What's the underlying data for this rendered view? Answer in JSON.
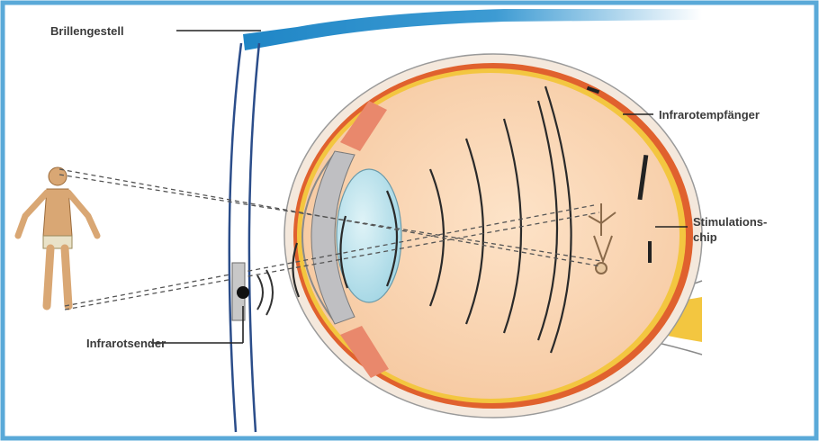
{
  "labels": {
    "frame": "Brillengestell",
    "receiver": "Infrarotempfänger",
    "chip_line1": "Stimulations-",
    "chip_line2": "chip",
    "sender": "Infrarotsender"
  },
  "colors": {
    "border": "#5aa9d8",
    "glasses_frame": "#1f86c6",
    "eye_interior": "#f9d7b6",
    "sclera": "#f4e8dc",
    "retina": "#e0612e",
    "nerve_yellow": "#f3c640",
    "lens": "#b7e3ec",
    "iris": "#bfbfc2",
    "muscle": "#e9886c",
    "beam": "#555555"
  }
}
